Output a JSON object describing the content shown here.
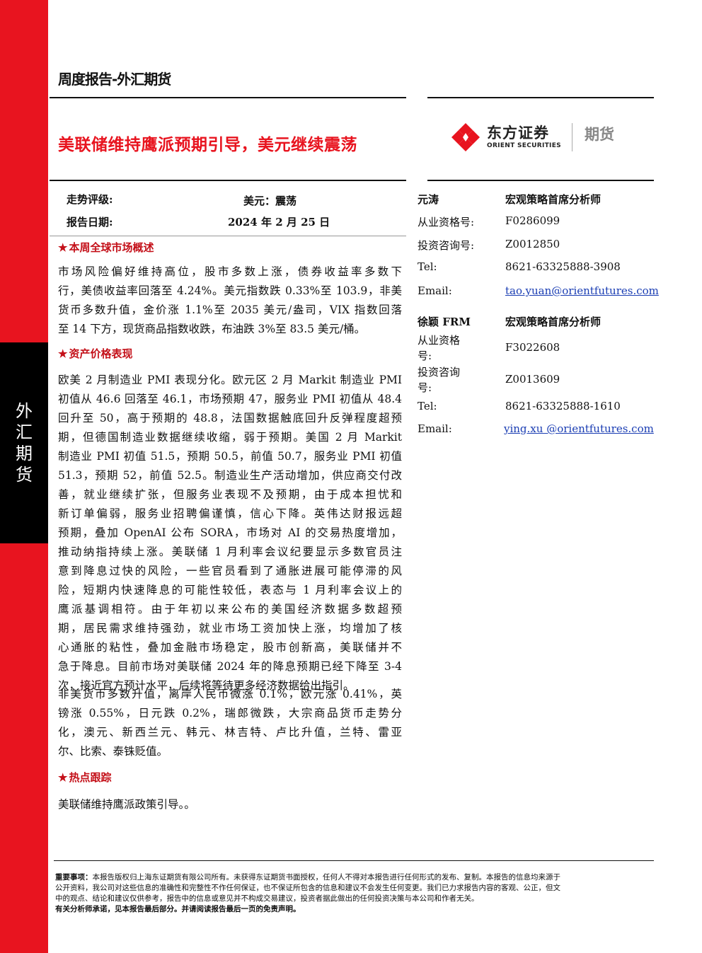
{
  "sidebar": {
    "label": "外\n汇\n期\n货"
  },
  "header": {
    "category": "周度报告-外汇期货",
    "headline": "美联储维持鹰派预期引导，美元继续震荡",
    "logo_cn": "东方证券",
    "logo_en": "ORIENT SECURITIES",
    "logo_futures": "期货"
  },
  "meta": {
    "rating_label": "走势评级:",
    "rating_value": "美元：震荡",
    "date_label": "报告日期:",
    "date_value": "2024 年 2 月 25 日"
  },
  "sections": [
    {
      "title": "本周全球市场概述",
      "paragraphs": [
        [
          "市场风险偏好维持高位，股市多数上涨，债券收益率多数下",
          "行，美债收益率回落至 4.24%。美元指数跌 0.33%至 103.9，非美",
          "货币多数升值，金价涨 1.1%至 2035 美元/盎司，VIX 指数回落",
          "至 14 下方，现货商品指数收跌，布油跌 3%至 83.5 美元/桶。"
        ]
      ]
    },
    {
      "title": "资产价格表现",
      "paragraphs": [
        [
          "欧美 2 月制造业 PMI 表现分化。欧元区 2 月 Markit 制造业 PMI",
          "初值从 46.6 回落至 46.1，市场预期 47，服务业 PMI 初值从 48.4",
          "回升至 50，高于预期的 48.8，法国数据触底回升反弹程度超预",
          "期，但德国制造业数据继续收缩，弱于预期。美国 2 月 Markit",
          "制造业 PMI 初值 51.5，预期 50.5，前值 50.7，服务业 PMI 初值",
          "51.3，预期 52，前值 52.5。制造业生产活动增加，供应商交付改",
          "善，就业继续扩张，但服务业表现不及预期，由于成本担忧和",
          "新订单偏弱，服务业招聘偏谨慎，信心下降。英伟达财报远超",
          "预期，叠加 OpenAI 公布 SORA，市场对 AI 的交易热度增加，",
          "推动纳指持续上涨。美联储 1 月利率会议纪要显示多数官员注",
          "意到降息过快的风险，一些官员看到了通胀进展可能停滞的风",
          "险，短期内快速降息的可能性较低，表态与 1 月利率会议上的",
          "鹰派基调相符。由于年初以来公布的美国经济数据多数超预",
          "期，居民需求维持强劲，就业市场工资加快上涨，均增加了核",
          "心通胀的粘性，叠加金融市场稳定，股市创新高，美联储并不",
          "急于降息。目前市场对美联储 2024 年的降息预期已经下降至 3-4",
          "次，接近官方预计水平，后续将等待更多经济数据给出指引。"
        ],
        [
          "非美货币多数升值，离岸人民币微涨 0.1%，欧元涨 0.41%，英",
          "镑涨 0.55%，日元跌 0.2%，瑞郎微跌，大宗商品货币走势分",
          "化，澳元、新西兰元、韩元、林吉特、卢比升值，兰特、雷亚",
          "尔、比索、泰铢贬值。"
        ]
      ]
    },
    {
      "title": "热点跟踪",
      "paragraphs": [
        [
          "美联储维持鹰派政策引导。。"
        ]
      ]
    }
  ],
  "analysts": [
    {
      "name": "元涛",
      "title": "宏观策略首席分析师",
      "fields": [
        {
          "label": "从业资格号:",
          "value": "F0286099"
        },
        {
          "label": "投资咨询号:",
          "value": "Z0012850"
        },
        {
          "label": "Tel:",
          "value": "8621-63325888-3908"
        },
        {
          "label": "Email:",
          "value": "tao.yuan@orientfutures.com"
        }
      ]
    },
    {
      "name": "徐颖 FRM",
      "title": "宏观策略首席分析师",
      "fields": [
        {
          "label": "从业资格\n号:",
          "value": "F3022608"
        },
        {
          "label": "投资咨询\n号:",
          "value": "Z0013609"
        },
        {
          "label": "Tel:",
          "value": "8621-63325888-1610"
        },
        {
          "label": "Email:",
          "value": "ying.xu @orientfutures.com"
        }
      ]
    }
  ],
  "disclaimer": {
    "label": "重要事项：",
    "line1": "本报告版权归上海东证期货有限公司所有。未获得东证期货书面授权，任何人不得对本报告进行任何形式的发布、复制。本报告的信息均来源于",
    "line2": "公开资料，我公司对这些信息的准确性和完整性不作任何保证，也不保证所包含的信息和建议不会发生任何变更。我们已力求报告内容的客观、公正，但文",
    "line3": "中的观点、结论和建议仅供参考，报告中的信息或意见并不构成交易建议，投资者据此做出的任何投资决策与本公司和作者无关。",
    "bold_line": "有关分析师承诺，见本报告最后部分。并请阅读报告最后一页的免责声明。"
  },
  "colors": {
    "accent_red": "#e8141f",
    "section_red": "#c41019",
    "link_blue": "#1a3db3"
  }
}
